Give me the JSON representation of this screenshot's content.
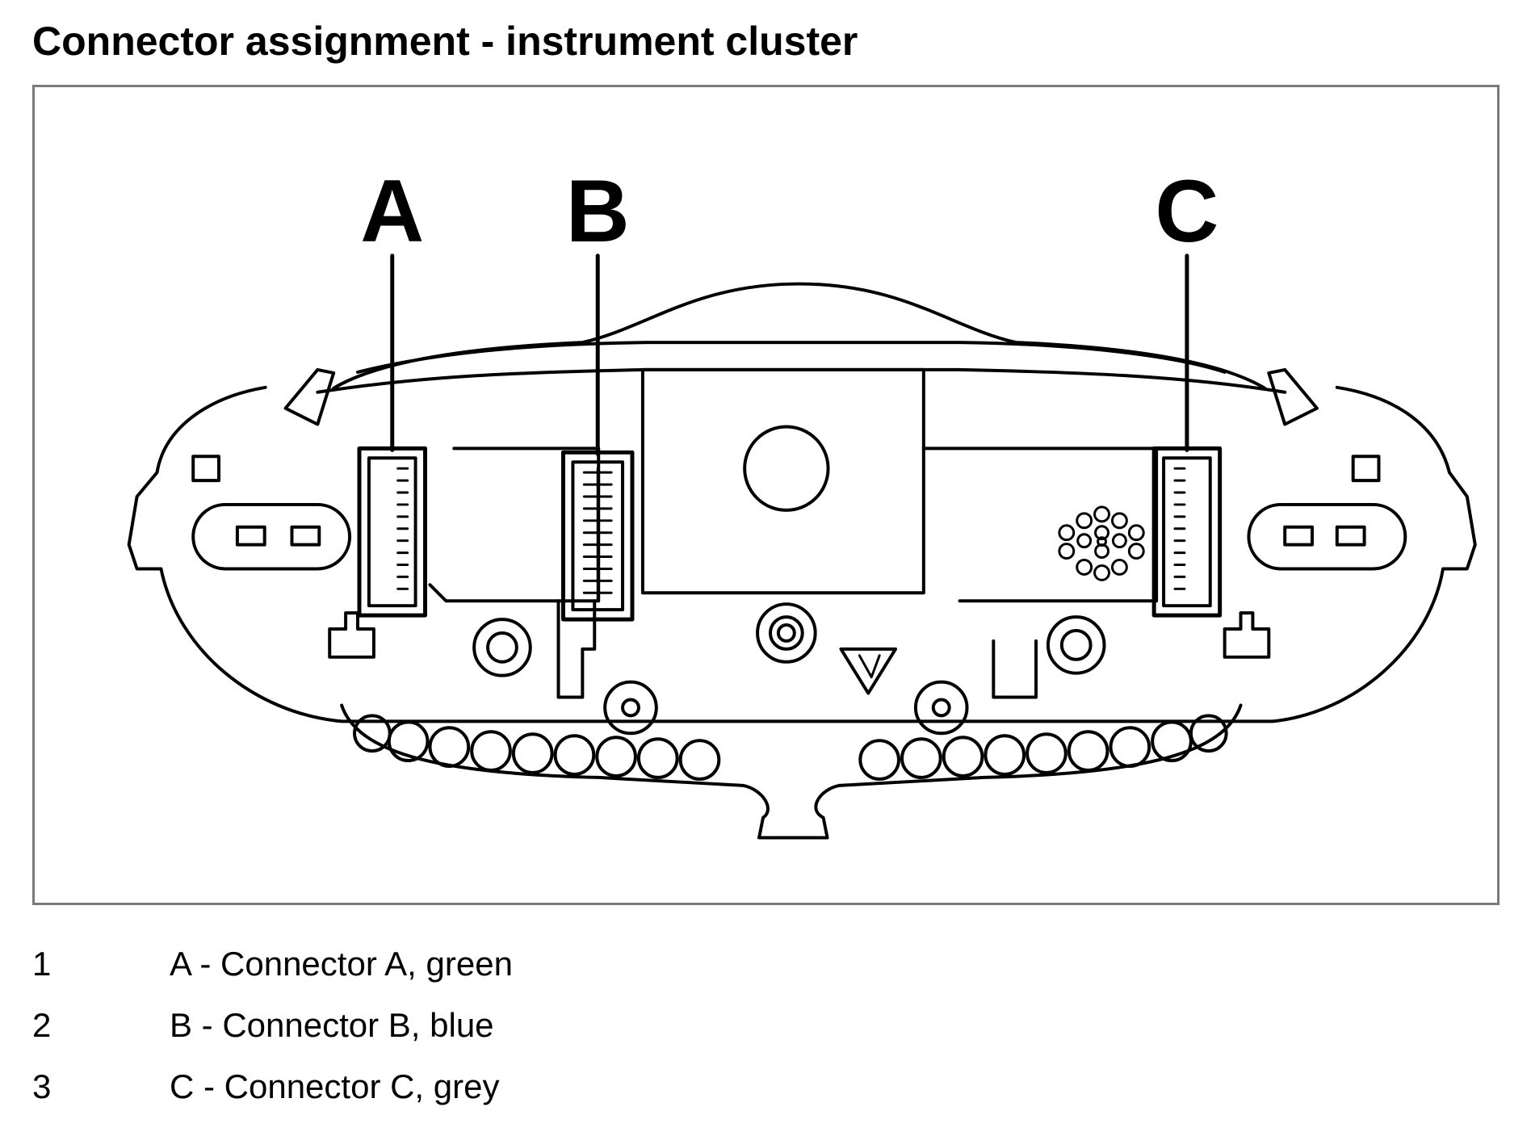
{
  "title": "Connector assignment - instrument cluster",
  "diagram": {
    "callouts": [
      "A",
      "B",
      "C"
    ],
    "stroke_color": "#000000",
    "frame_color": "#7a7a7a"
  },
  "legend": [
    {
      "number": "1",
      "text": "A - Connector A, green"
    },
    {
      "number": "2",
      "text": "B - Connector B, blue"
    },
    {
      "number": "3",
      "text": "C - Connector C, grey"
    }
  ]
}
